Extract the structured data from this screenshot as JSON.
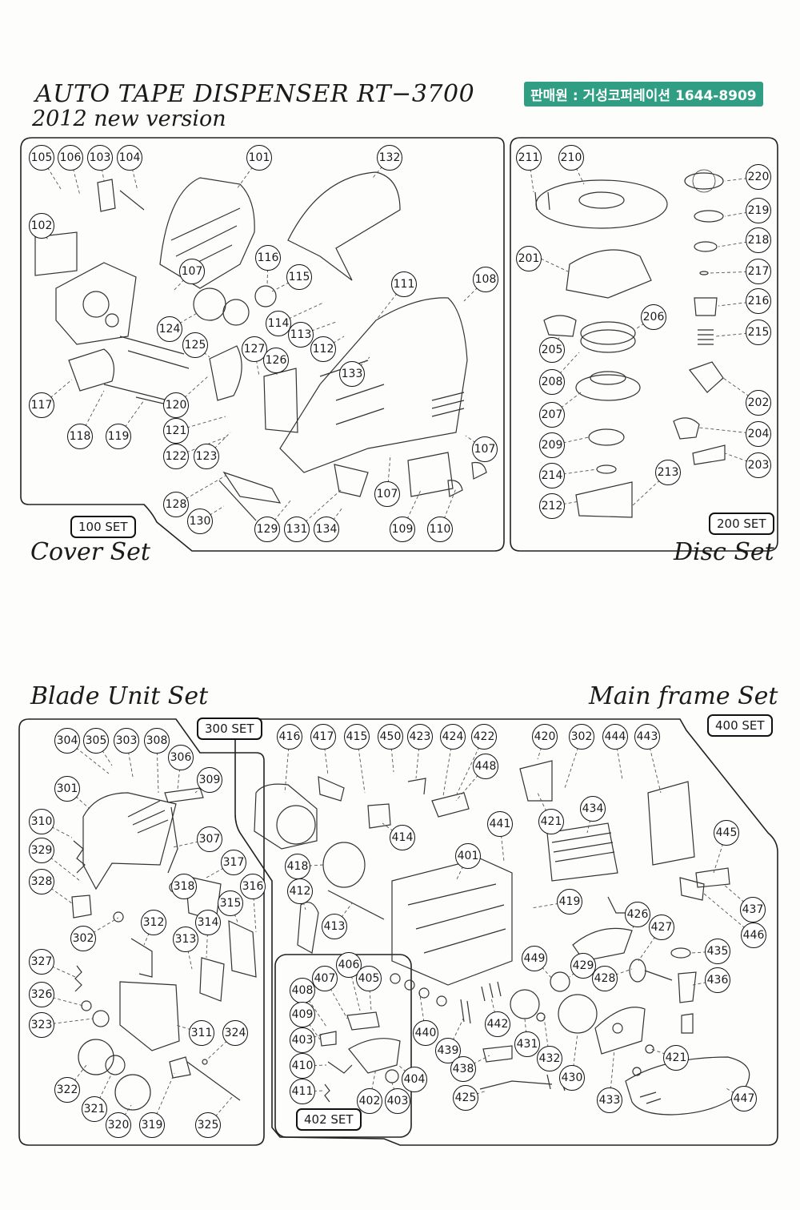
{
  "title_line1": "AUTO TAPE DISPENSER  RT−3700",
  "title_line2": "2012 new version",
  "seller": "판매원 : 거성코퍼레이션 1644-8909",
  "sets": {
    "cover": {
      "name": "Cover Set",
      "code": "100 SET"
    },
    "disc": {
      "name": "Disc Set",
      "code": "200 SET"
    },
    "blade": {
      "name": "Blade Unit Set",
      "code": "300 SET"
    },
    "mainframe": {
      "name": "Main frame Set",
      "code": "400 SET"
    },
    "sub402": {
      "code": "402 SET"
    }
  },
  "colors": {
    "ink": "#1a1a1a",
    "paper": "#fdfdfb",
    "seller_bg": "#2f9e83",
    "seller_text": "#ffffff"
  }
}
